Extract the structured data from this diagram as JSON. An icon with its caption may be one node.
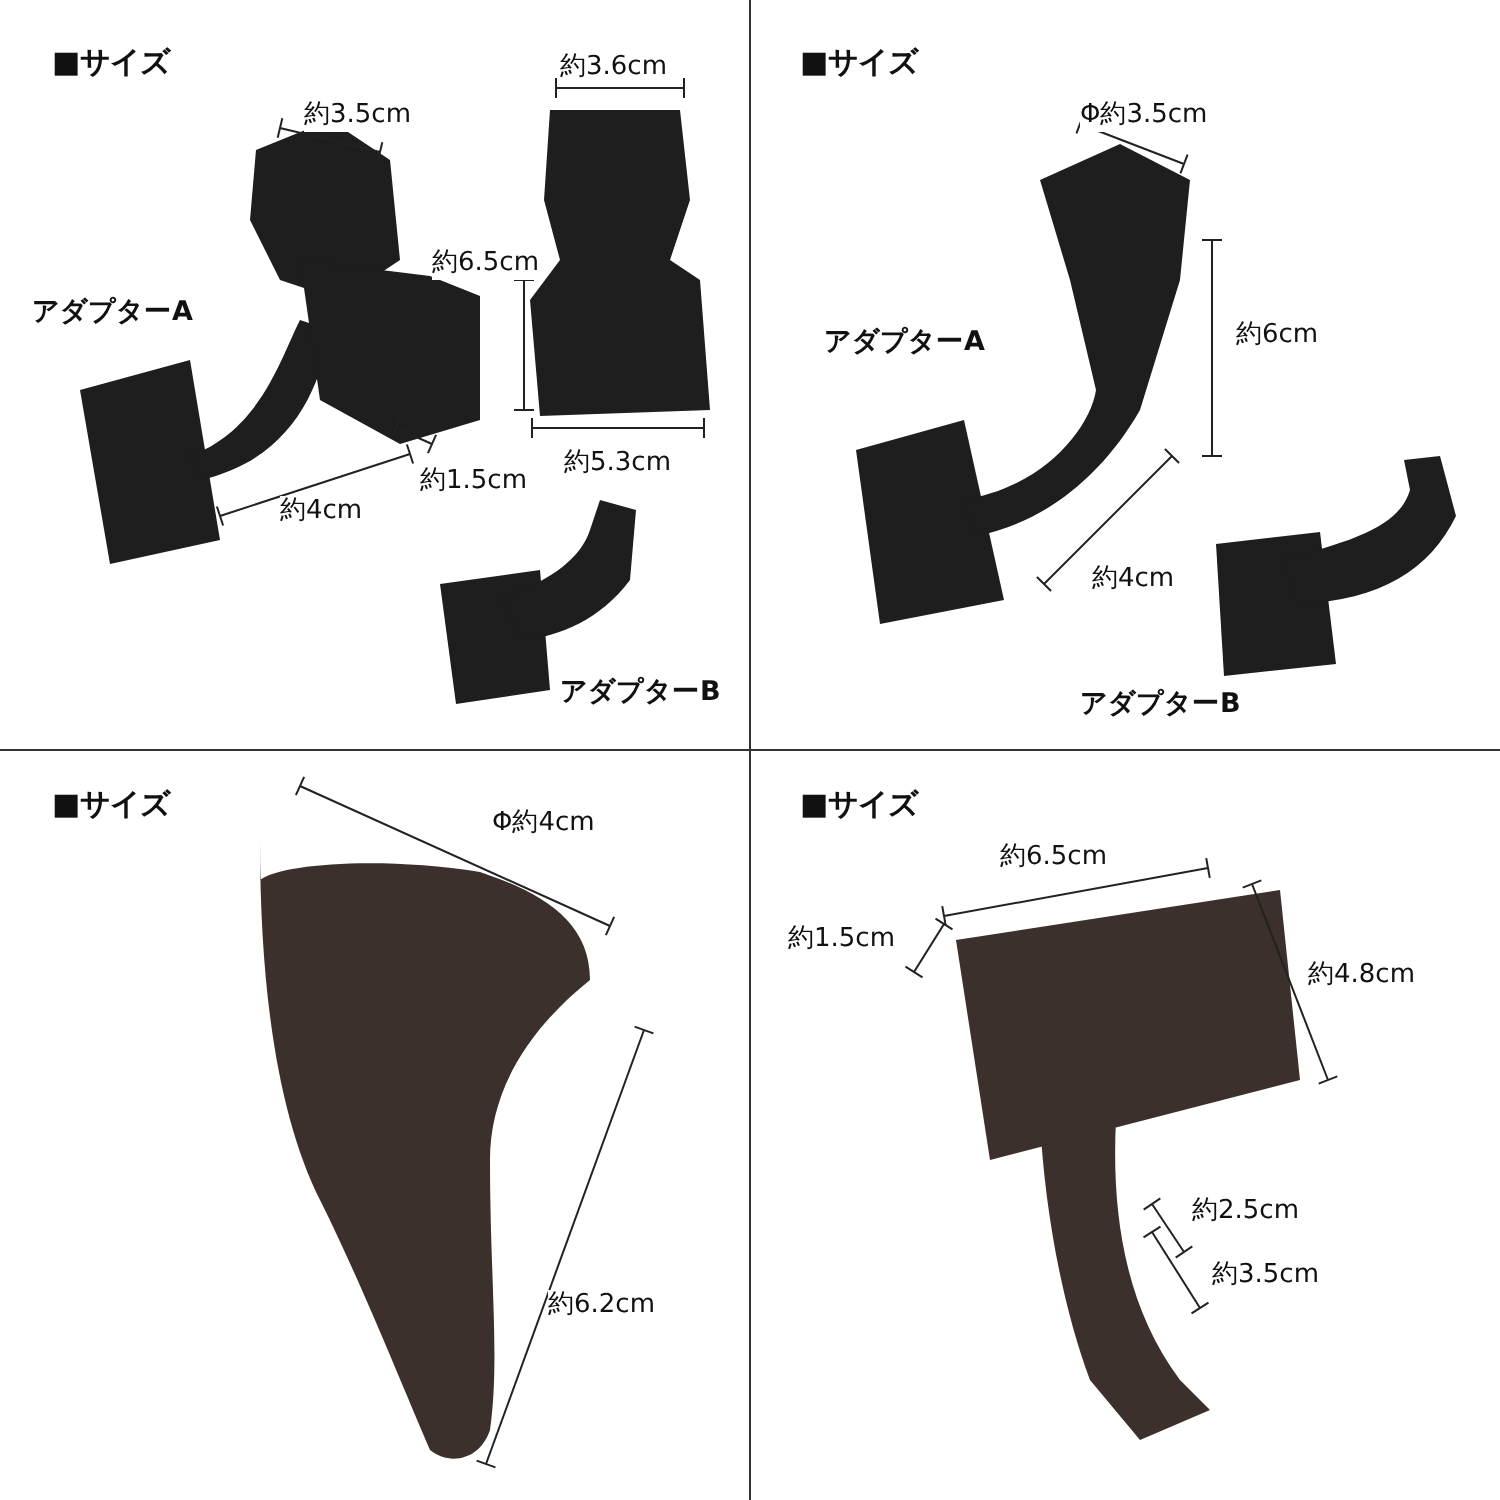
{
  "diagram": {
    "labels": [
      "■サイズ",
      "約3.5cm",
      "約3.6cm",
      "約6.5cm",
      "アダプターA",
      "約1.5cm",
      "約5.3cm",
      "約4cm",
      "アダプターB",
      "■サイズ",
      "Φ約3.5cm",
      "アダプターA",
      "約6cm",
      "約4cm",
      "アダプターB",
      "■サイズ",
      "Φ約4cm",
      "約6.2cm",
      "■サイズ",
      "約6.5cm",
      "約1.5cm",
      "約4.8cm",
      "約2.5cm",
      "約3.5cm"
    ]
  }
}
